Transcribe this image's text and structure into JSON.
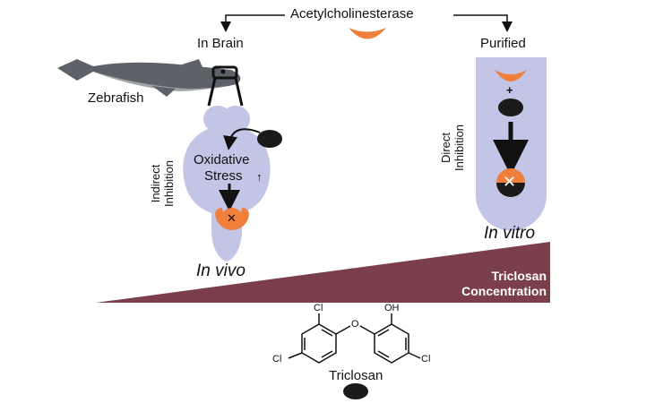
{
  "labels": {
    "enzyme": "Acetylcholinesterase",
    "in_brain": "In Brain",
    "purified": "Purified",
    "zebrafish": "Zebrafish",
    "indirect_1": "Indirect",
    "indirect_2": "Inhibition",
    "direct_1": "Direct",
    "direct_2": "Inhibition",
    "oxidative": "Oxidative",
    "stress": "Stress",
    "stress_arrow": "↑",
    "in_vivo": "In vivo",
    "in_vitro": "In vitro",
    "plus": "+",
    "x_mark": "✕",
    "triclosan_conc_1": "Triclosan",
    "triclosan_conc_2": "Concentration",
    "triclosan": "Triclosan",
    "cl_a": "Cl",
    "cl_b": "Cl",
    "cl_c": "Cl",
    "oxygen": "O",
    "hydroxyl": "OH"
  },
  "colors": {
    "enzyme_orange": "#f07f3c",
    "tissue_lavender": "#c2c5e6",
    "wedge_maroon": "#7b3f4c",
    "fish_gray": "#6b6e74",
    "inhibitor_black": "#1a1a1a"
  }
}
